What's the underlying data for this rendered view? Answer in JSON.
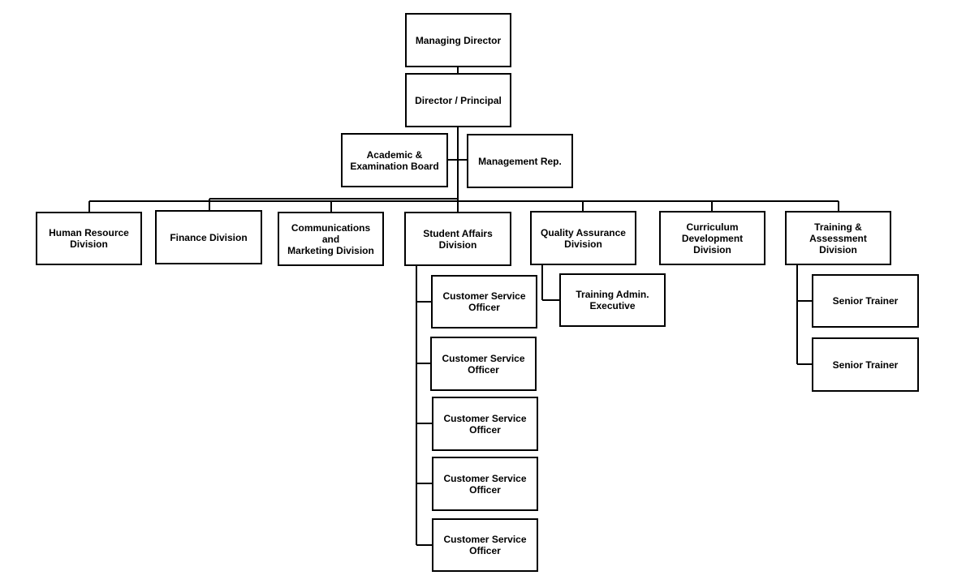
{
  "org_chart": {
    "managing_director": "Managing Director",
    "director": "Director / Principal",
    "academic_board": "Academic &\nExamination Board",
    "management_rep": "Management Rep.",
    "divisions": {
      "human_resource": "Human Resource\nDivision",
      "finance": "Finance Division",
      "communications": "Communications and\nMarketing Division",
      "student_affairs": "Student Affairs Division",
      "quality_assurance": "Quality Assurance\nDivision",
      "curriculum": "Curriculum\nDevelopment Division",
      "training_assessment": "Training & Assessment\nDivision"
    },
    "student_affairs_staff": [
      "Customer Service\nOfficer",
      "Customer Service\nOfficer",
      "Customer Service\nOfficer",
      "Customer Service\nOfficer",
      "Customer Service\nOfficer"
    ],
    "quality_assurance_staff": [
      "Training Admin.\nExecutive"
    ],
    "training_staff": [
      "Senior Trainer",
      "Senior Trainer"
    ]
  }
}
